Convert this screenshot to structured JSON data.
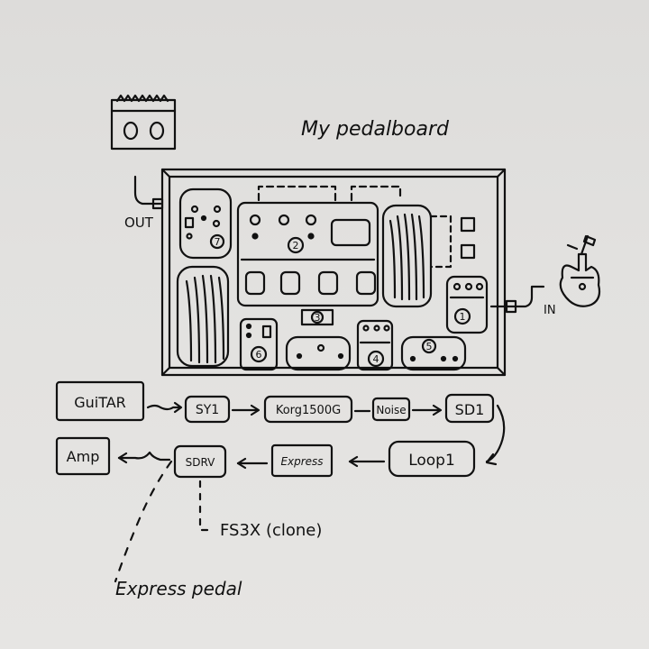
{
  "title": "My pedalboard",
  "labels": {
    "out": "OUT",
    "in": "IN"
  },
  "board_numbers": [
    "1",
    "2",
    "3",
    "4",
    "5",
    "6",
    "7"
  ],
  "chain": {
    "row1": [
      "GuiTAR",
      "SY1",
      "Korg1500G",
      "Noise",
      "SD1"
    ],
    "row2": [
      "Amp",
      "SDRV",
      "Express",
      "Loop1"
    ]
  },
  "annotations": {
    "fs3x": "FS3X (clone)",
    "express_pedal": "Express pedal"
  },
  "colors": {
    "ink": "#111111",
    "paper": "#e2e1df"
  }
}
